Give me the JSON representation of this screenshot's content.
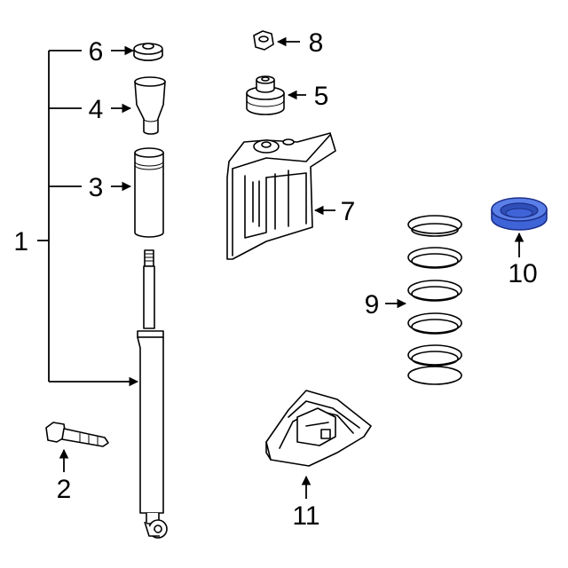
{
  "callouts": {
    "c1": "1",
    "c2": "2",
    "c3": "3",
    "c4": "4",
    "c5": "5",
    "c6": "6",
    "c7": "7",
    "c8": "8",
    "c9": "9",
    "c10": "10",
    "c11": "11"
  },
  "colors": {
    "highlight_fill": "#3f64d8",
    "highlight_stroke": "#1d2f8a",
    "line": "#000000"
  },
  "highlighted_part": "10"
}
